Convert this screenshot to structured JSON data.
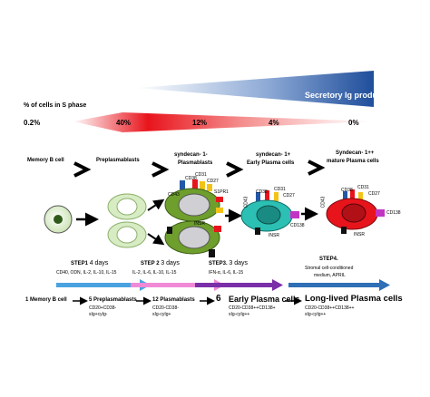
{
  "secretory_label": "Secretory Ig production",
  "sphase": {
    "title": "% of cells in S phase",
    "values": [
      "0.2%",
      "40%",
      "12%",
      "4%",
      "0%"
    ]
  },
  "stages": {
    "memory": "Memory B cell",
    "preplasma": "Preplasmablasts",
    "plasmablasts_1": "syndecan- 1-",
    "plasmablasts_2": "Plasmablasts",
    "early_1": "syndecan- 1+",
    "early_2": "Early Plasma cells",
    "mature_1": "Syndecan- 1++",
    "mature_2": "mature Plasma cells"
  },
  "markers": {
    "cd43": "CD43",
    "cd38": "CD38",
    "cd31": "CD31",
    "cd27": "CD27",
    "s1pr1": "S1PR1",
    "insr": "INSR",
    "cd138": "CD138"
  },
  "steps": {
    "s1_label": "STEP1",
    "s1_days": "4 days",
    "s1_detail": "CD40, ODN, IL-2, IL-10, IL-15",
    "s2_label": "STEP 2",
    "s2_days": "3 days",
    "s2_detail": "IL-2, IL-6, IL-10, IL-15",
    "s3_label": "STEP3.",
    "s3_days": "3 days",
    "s3_detail": "IFN-α, IL-6, IL-15",
    "s4_label": "STEP4.",
    "s4_detail_1": "Stromal cell-conditioned",
    "s4_detail_2": "medium, APRIL"
  },
  "counts": {
    "c1": "1 Memory B cell",
    "c2": "5 Preplasmablasts",
    "c2_d1": "CD20+CD38-",
    "c2_d2": "sIg+cyIg-",
    "c3": "12 Plasmablasts",
    "c3_d1": "CD20-CD38-",
    "c3_d2": "sIg-cyIg+",
    "c4_num": "6",
    "c4": "Early Plasma cells",
    "c4_d1": "CD20-CD38++CD138+",
    "c4_d2": "sIg-cyIg++",
    "c5": "Long-lived Plasma cells",
    "c5_d1": "CD20-CD38++CD138++",
    "c5_d2": "sIg-cyIg++"
  },
  "colors": {
    "secretory_dark": "#1f4e9b",
    "sphase_red": "#e8141c",
    "cell_green": "#6e9e2c",
    "cell_light": "#d8ecc4",
    "early_teal": "#2cc0b4",
    "mature_red": "#e8141c",
    "nucleus_gray": "#cfcfd4",
    "step1": "#4aa3df",
    "step2": "#f08ad6",
    "step3": "#7a2fa8",
    "step4": "#2f6fb5"
  }
}
